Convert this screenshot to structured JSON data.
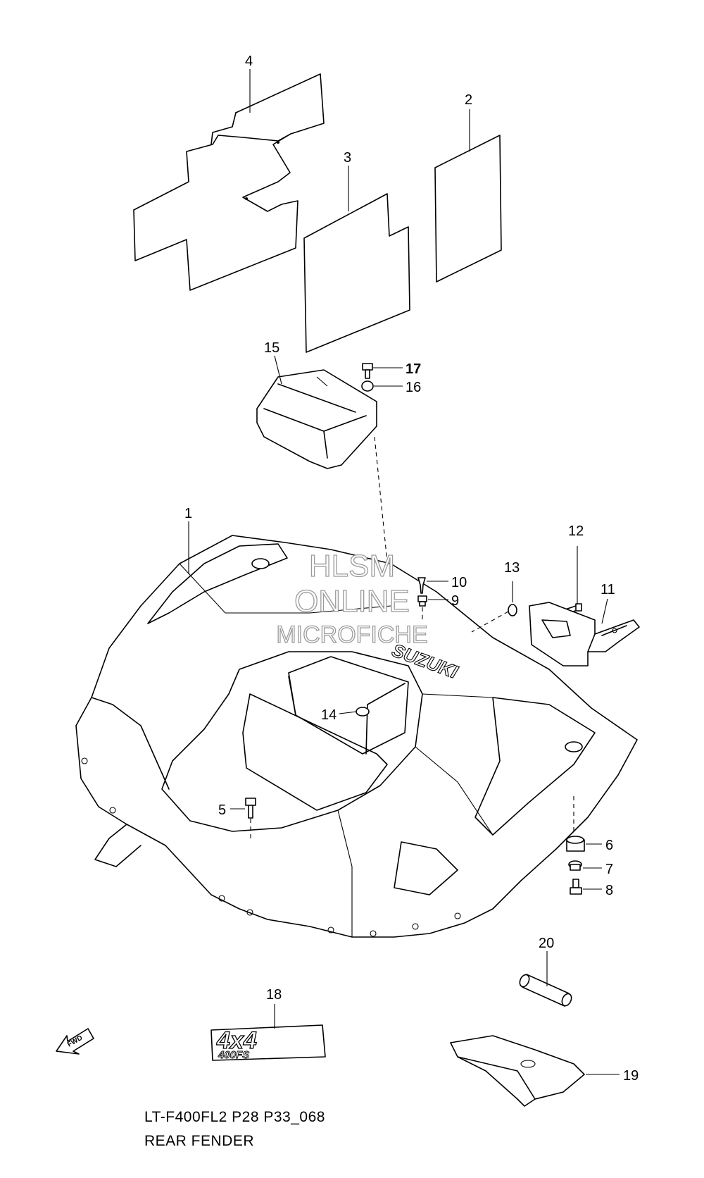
{
  "callouts": [
    {
      "id": "1",
      "label": "1"
    },
    {
      "id": "2",
      "label": "2"
    },
    {
      "id": "3",
      "label": "3"
    },
    {
      "id": "4",
      "label": "4"
    },
    {
      "id": "5",
      "label": "5"
    },
    {
      "id": "6",
      "label": "6"
    },
    {
      "id": "7",
      "label": "7"
    },
    {
      "id": "8",
      "label": "8"
    },
    {
      "id": "9",
      "label": "9"
    },
    {
      "id": "10",
      "label": "10"
    },
    {
      "id": "11",
      "label": "11"
    },
    {
      "id": "12",
      "label": "12"
    },
    {
      "id": "13",
      "label": "13"
    },
    {
      "id": "14",
      "label": "14"
    },
    {
      "id": "15",
      "label": "15"
    },
    {
      "id": "16",
      "label": "16"
    },
    {
      "id": "17",
      "label": "17"
    },
    {
      "id": "18",
      "label": "18"
    },
    {
      "id": "19",
      "label": "19"
    },
    {
      "id": "20",
      "label": "20"
    }
  ],
  "watermark": {
    "line1": "HLSM",
    "line2": "ONLINE",
    "line3": "MICROFICHE"
  },
  "fender_text": "SUZUKI",
  "decal_text": {
    "main": "4x4",
    "sub": "400FS"
  },
  "fwd_arrow": {
    "label": "FWD",
    "icon": "arrow-icon"
  },
  "caption": {
    "code": "LT-F400FL2 P28 P33_068",
    "title": "REAR FENDER"
  }
}
